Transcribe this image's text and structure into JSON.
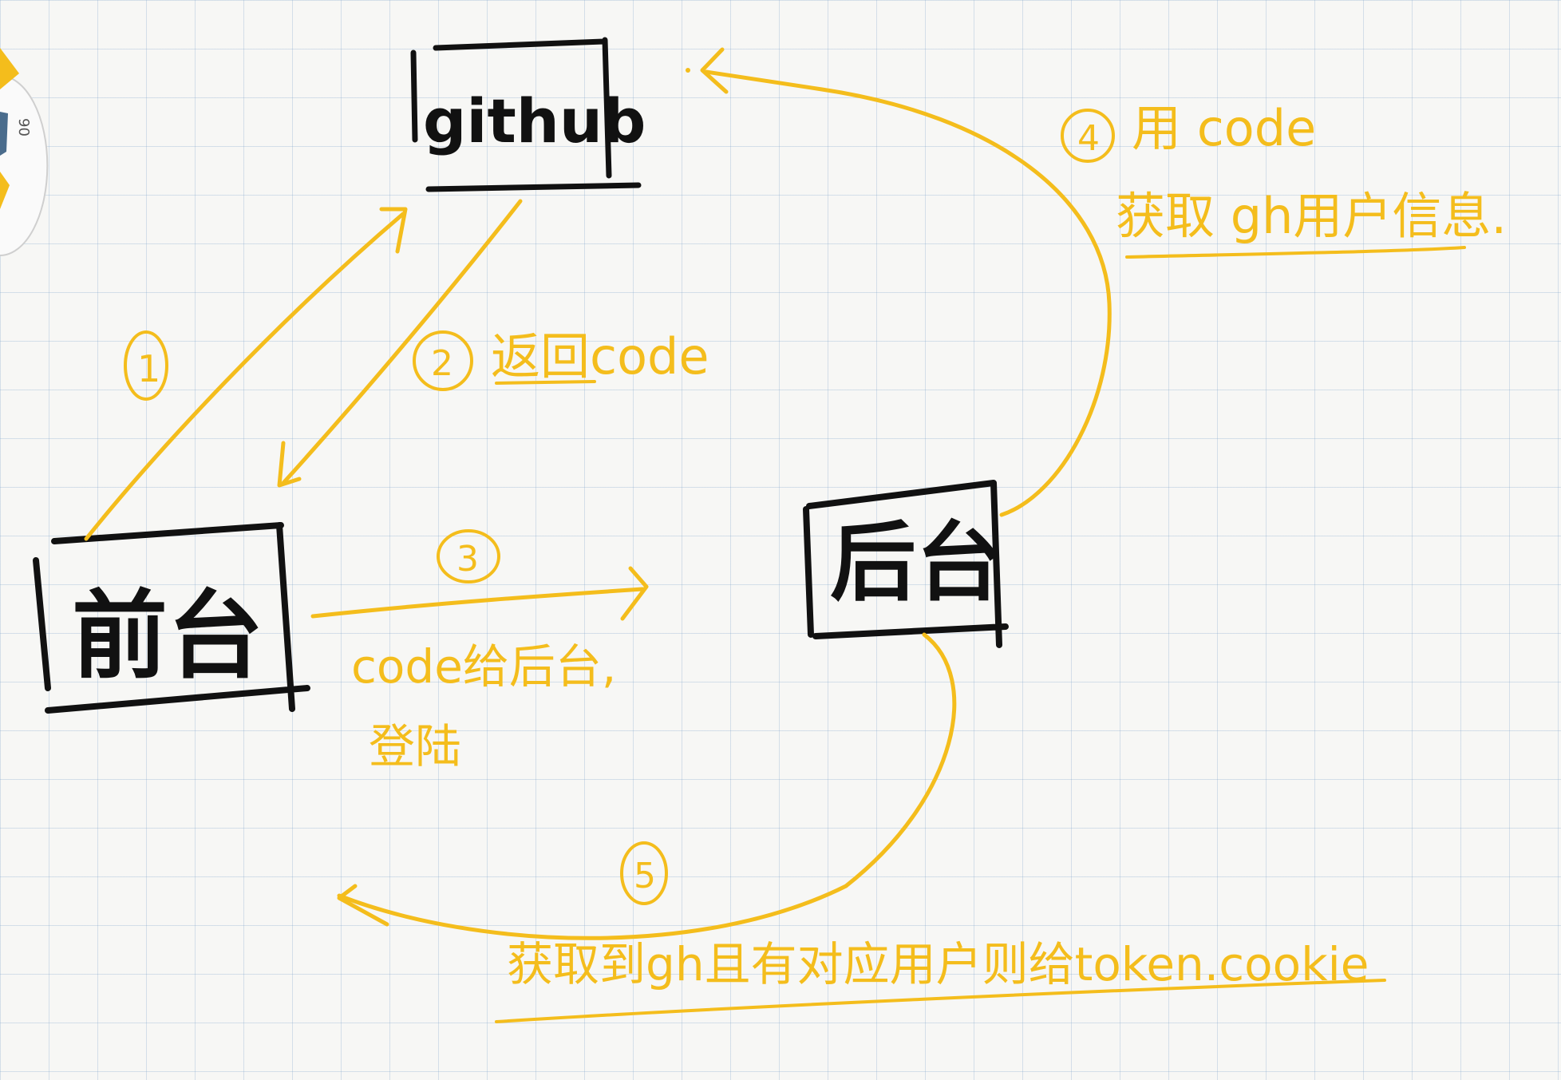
{
  "colors": {
    "ink": "#111111",
    "accent": "#f4bd1c",
    "paper": "#f7f7f5",
    "grid": "#a9c4de"
  },
  "nodes": {
    "github": {
      "label": "github"
    },
    "frontend": {
      "label": "前台"
    },
    "backend": {
      "label": "后台"
    }
  },
  "steps": {
    "step1": {
      "num": "1"
    },
    "step2": {
      "num": "2",
      "text": "返回code"
    },
    "step3": {
      "num": "3",
      "line1": "code给后台,",
      "line2": "登陆"
    },
    "step4": {
      "num": "4",
      "line1": "用 code",
      "line2": "获取 gh用户信息."
    },
    "step5": {
      "num": "5",
      "text": "获取到gh且有对应用户则给token.cookie"
    }
  },
  "decor": {
    "edge_dial_text": "90"
  }
}
